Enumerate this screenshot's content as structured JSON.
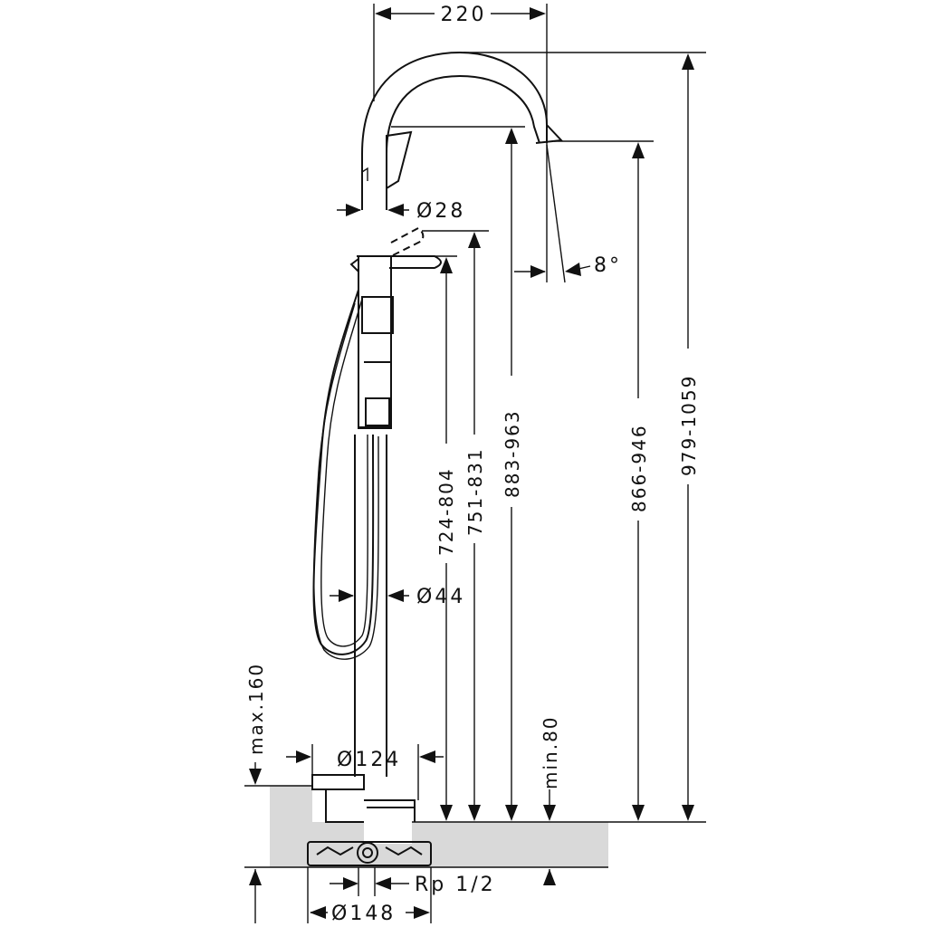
{
  "dimensions": {
    "top_width": "220",
    "spout_pipe_dia": "Ø28",
    "spout_angle": "8°",
    "lever_height": "724-804",
    "outlet_pos_height": "751-831",
    "inner_arc_height": "883-963",
    "outlet_height": "866-946",
    "total_height": "979-1059",
    "body_dia": "Ø44",
    "rosette_dia": "Ø124",
    "max_depth": "max.160",
    "min_depth": "min.80",
    "connection": "Rp 1/2",
    "base_dia": "Ø148"
  },
  "colors": {
    "line": "#111111",
    "floor": "#d9d9d9"
  }
}
